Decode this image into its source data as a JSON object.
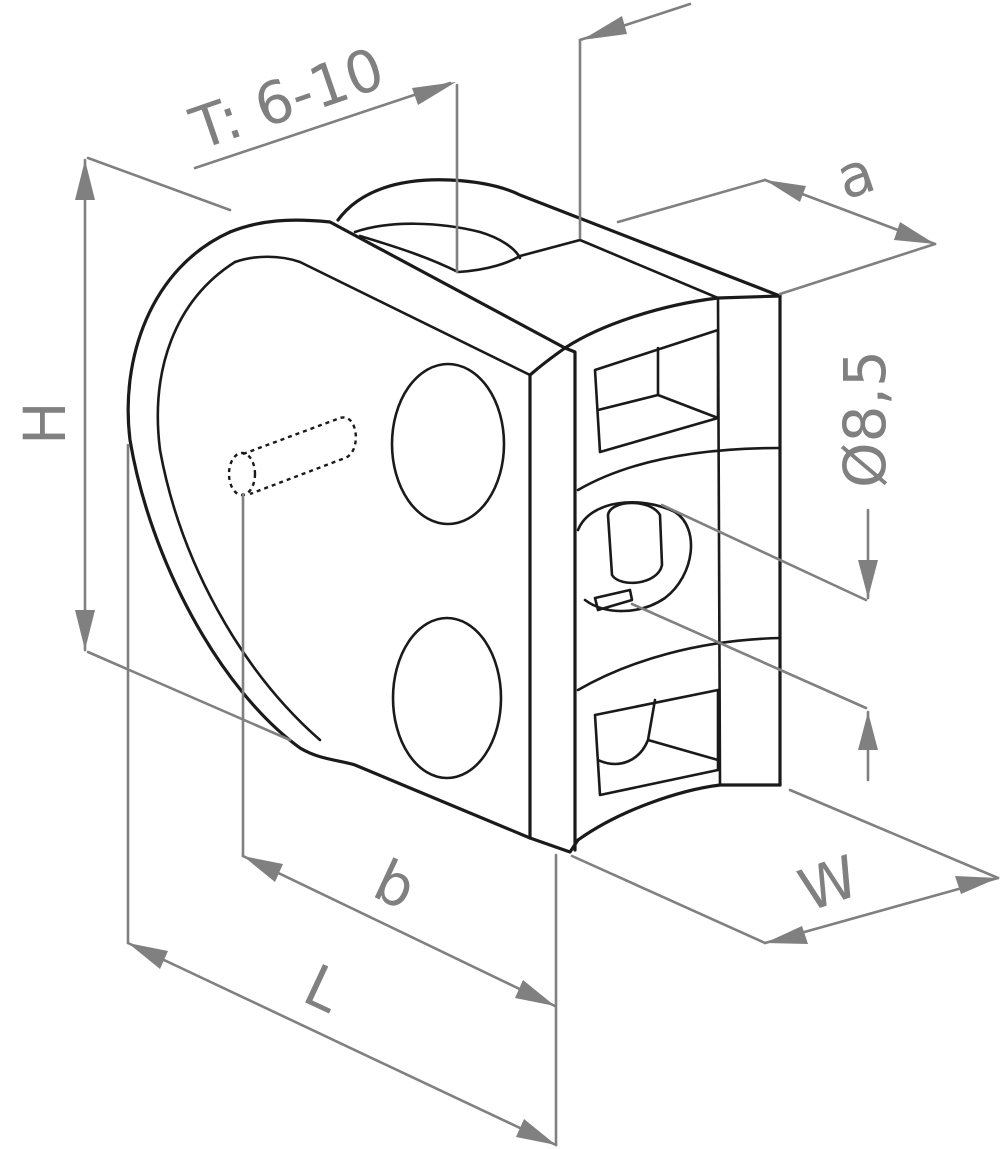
{
  "diagram": {
    "labels": {
      "thickness": "T: 6-10",
      "a": "a",
      "diameter": "Ø8,5",
      "height": "H",
      "b": "b",
      "length": "L",
      "width": "W"
    },
    "colors": {
      "outline": "#1a1a1a",
      "dimension": "#808080",
      "background": "#ffffff"
    }
  }
}
